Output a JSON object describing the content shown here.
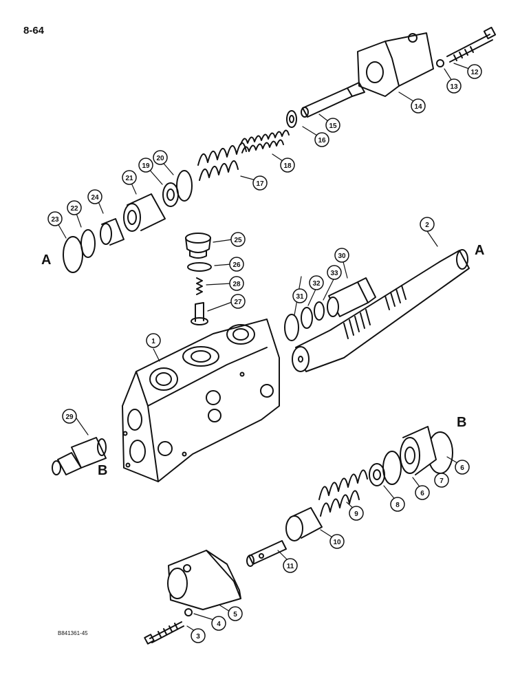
{
  "page_number": "8-64",
  "drawing_code": "B841361-45",
  "ref_letters": [
    "A",
    "A",
    "B",
    "B"
  ],
  "callouts": [
    "1",
    "2",
    "3",
    "4",
    "5",
    "6",
    "6",
    "7",
    "8",
    "9",
    "10",
    "11",
    "12",
    "13",
    "14",
    "15",
    "16",
    "17",
    "18",
    "19",
    "20",
    "21",
    "22",
    "23",
    "24",
    "25",
    "26",
    "27",
    "28",
    "29",
    "30",
    "31",
    "32",
    "33"
  ],
  "colors": {
    "ink": "#111111",
    "paper": "#ffffff"
  }
}
